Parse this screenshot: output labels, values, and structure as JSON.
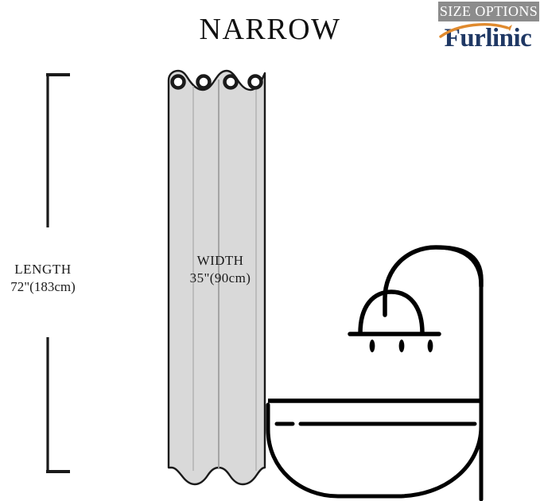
{
  "page": {
    "title": "NARROW",
    "background_color": "#ffffff"
  },
  "badge": {
    "label": "SIZE OPTIONS",
    "background_color": "#8c8c8c",
    "text_color": "#ffffff"
  },
  "brand": {
    "name": "Furlinic",
    "text_color": "#1f3864",
    "swoosh_color": "#e08a2e"
  },
  "dimensions": {
    "length": {
      "name": "LENGTH",
      "value": "72\"(183cm)"
    },
    "width": {
      "name": "WIDTH",
      "value": "35\"(90cm)"
    }
  },
  "illustration": {
    "curtain": {
      "fill_color": "#d9d9d9",
      "stroke_color": "#1a1a1a",
      "grommet_count": 4
    },
    "fixture_stroke_color": "#000000",
    "parts": [
      "shower-curtain",
      "grommet-ring",
      "shower-head",
      "shower-arm",
      "water-drop",
      "bathtub",
      "bathroom-wall"
    ]
  }
}
